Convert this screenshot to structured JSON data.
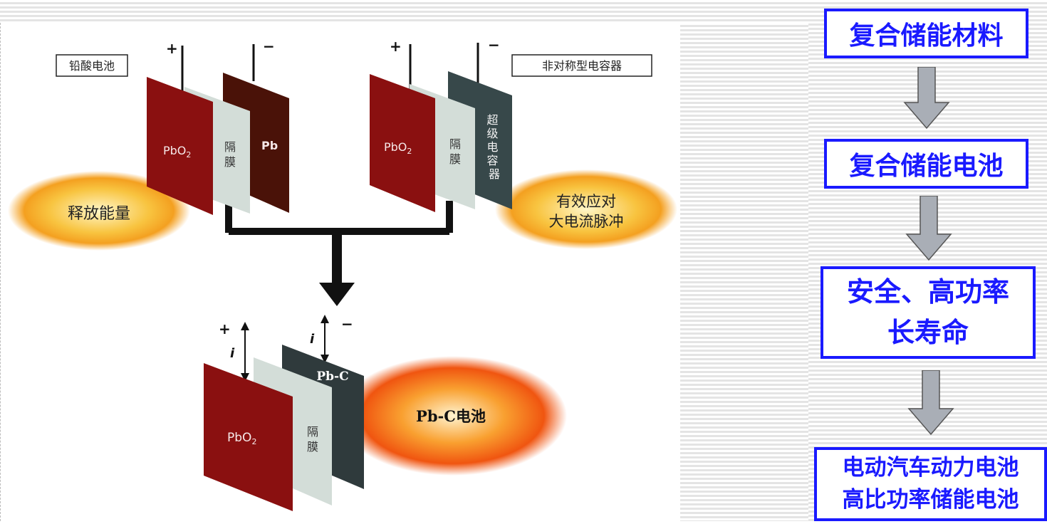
{
  "diagram": {
    "lead_acid_label": "铅酸电池",
    "asym_cap_label": "非对称型电容器",
    "release_energy": "释放能量",
    "pulse_line1": "有效应对",
    "pulse_line2": "大电流脉冲",
    "pbo2": "PbO",
    "pbo2_sub": "2",
    "pb": "Pb",
    "separator_c1": "隔",
    "separator_c2": "膜",
    "supercap_chars": [
      "超",
      "级",
      "电",
      "容",
      "器"
    ],
    "plus": "+",
    "minus": "−",
    "current": "i",
    "pbc_plate": "Pb-C",
    "pbc_battery": "Pb-C电池"
  },
  "flow": {
    "box1": "复合储能材料",
    "box2": "复合储能电池",
    "box3_line1": "安全、高功率",
    "box3_line2": "长寿命",
    "box4_line1": "电动汽车动力电池",
    "box4_line2": "高比功率储能电池"
  },
  "colors": {
    "box_border": "#1a1aff",
    "box_text": "#1a1aff",
    "pbo2_plate": "#8a1010",
    "pb_plate": "#4a1208",
    "separator": "#d3ddd8",
    "supercap_plate": "#37484a",
    "glow_orange": "#f5a020",
    "arrow_gray": "#a9aeb6"
  }
}
